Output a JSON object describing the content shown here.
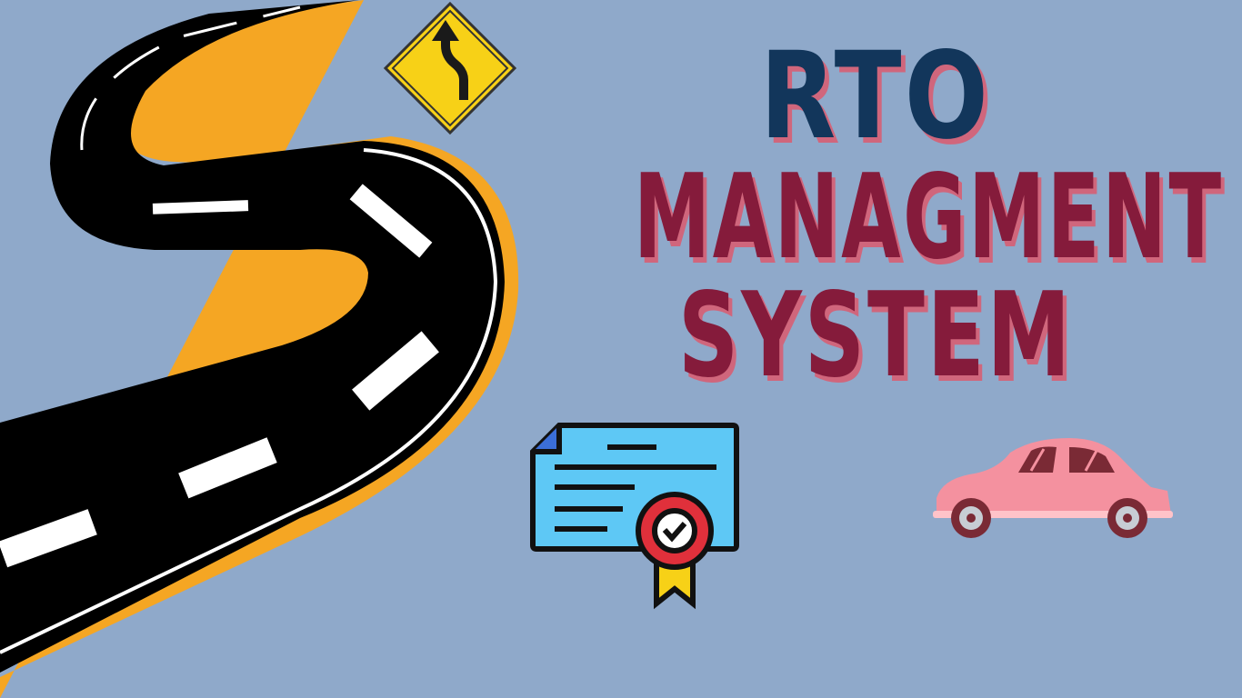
{
  "title": {
    "line1": "RTO",
    "line2": "MANAGMENT",
    "line3": "SYSTEM"
  },
  "colors": {
    "background": "#8fa9ca",
    "title_line1": "#12365b",
    "title_lines_2_3": "#851b3b",
    "title_shadow": "#d0667c",
    "road": "#000000",
    "road_edge": "#f5a623",
    "sign_yellow": "#f7d117",
    "certificate": "#5ec8f5",
    "seal_red": "#e0303b",
    "car_pink": "#f4919f"
  },
  "icons": {
    "road": "winding-road-icon",
    "sign": "curve-left-warning-sign-icon",
    "certificate": "certificate-icon",
    "car": "car-icon"
  }
}
